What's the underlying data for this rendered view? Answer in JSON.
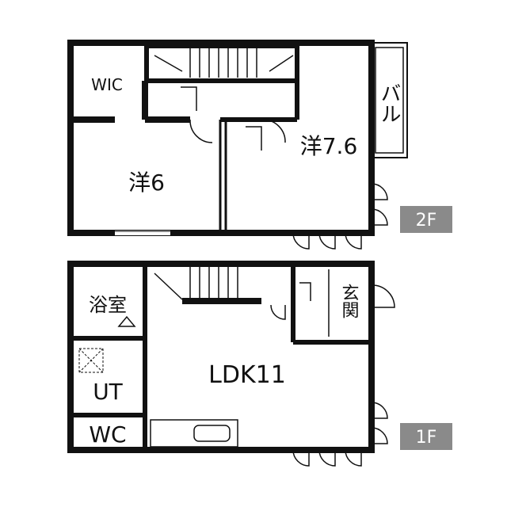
{
  "floors": [
    {
      "name": "2F",
      "rooms": [
        {
          "id": "wic",
          "label": "WIC"
        },
        {
          "id": "western6",
          "label": "洋6"
        },
        {
          "id": "western76",
          "label": "洋7.6"
        },
        {
          "id": "balcony",
          "label": "バル"
        }
      ]
    },
    {
      "name": "1F",
      "rooms": [
        {
          "id": "bath",
          "label": "浴室"
        },
        {
          "id": "entrance",
          "label": "玄関"
        },
        {
          "id": "ldk",
          "label": "LDK11"
        },
        {
          "id": "utility",
          "label": "UT"
        },
        {
          "id": "toilet",
          "label": "WC"
        }
      ]
    }
  ],
  "colors": {
    "wall": "#111111",
    "badge": "#8a8a8a",
    "background": "#ffffff"
  }
}
